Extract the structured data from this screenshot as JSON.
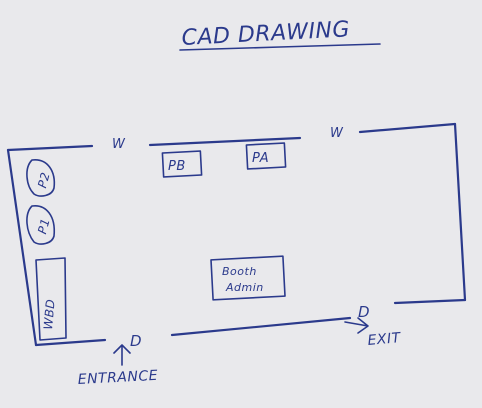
{
  "title": "CAD DRAWING",
  "labels": {
    "window_left": "W",
    "window_right": "W",
    "printer_b": "PB",
    "printer_a": "PA",
    "station_p2": "P2",
    "station_p1": "P1",
    "whiteboard": "WBD",
    "booth_admin_line1": "Booth",
    "booth_admin_line2": "Admin",
    "door_entrance": "D",
    "door_exit": "D",
    "entrance": "ENTRANCE",
    "exit": "EXIT"
  }
}
